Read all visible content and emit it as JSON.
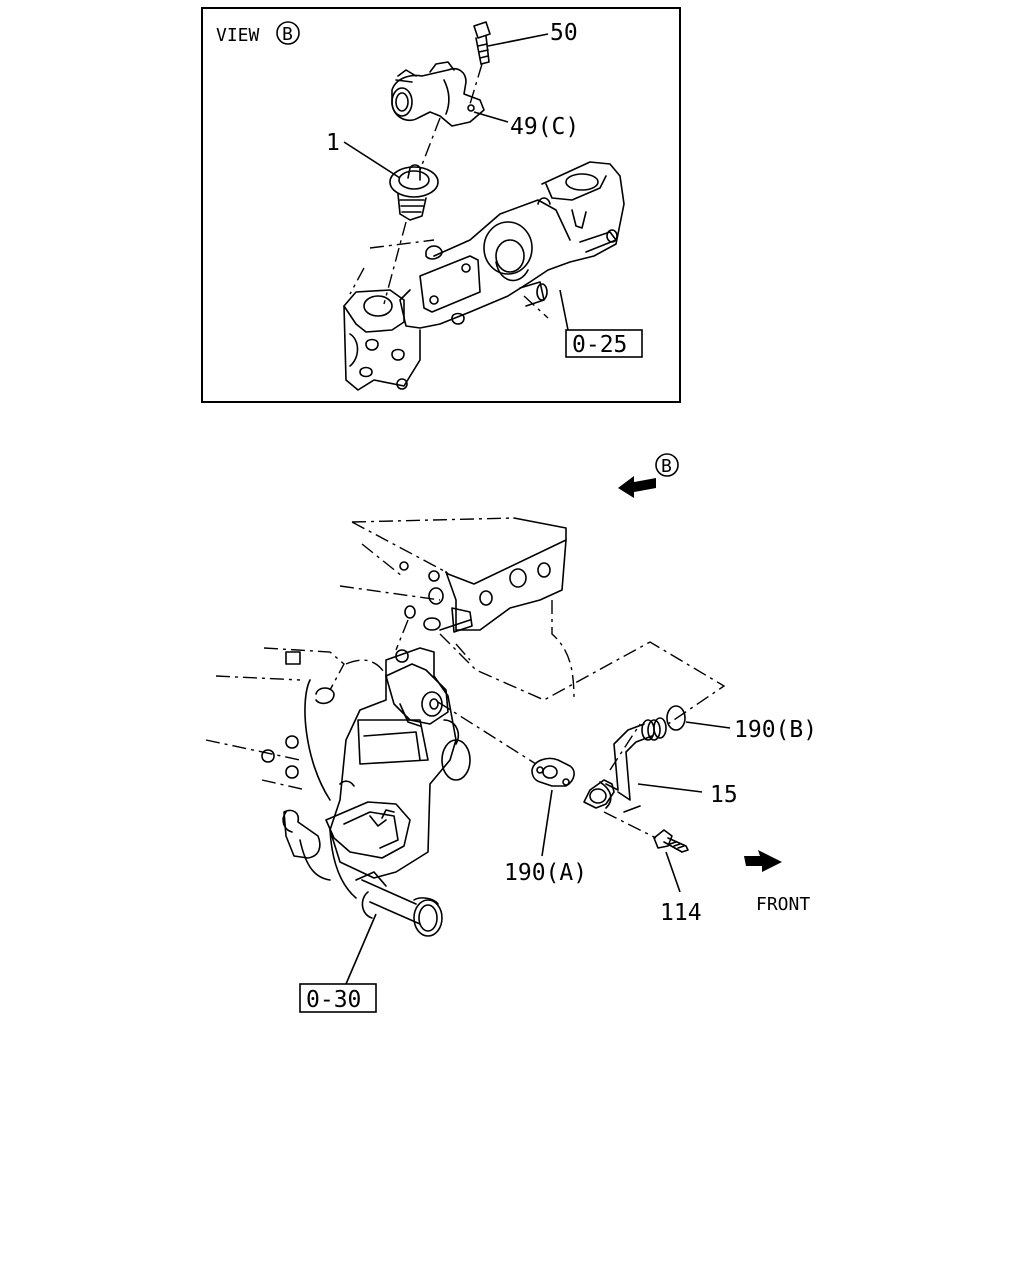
{
  "view_panel": {
    "title": "VIEW",
    "view_marker": "B",
    "callouts": {
      "thermostat": "1",
      "bolt_outlet": "50",
      "gasket_outlet": "49(C)",
      "ref_housing": "0-25"
    }
  },
  "main": {
    "view_arrow_marker": "B",
    "callouts": {
      "pipe": "15",
      "gasket_pipe_end": "190(B)",
      "gasket_flange": "190(A)",
      "bolt_pipe": "114",
      "ref_pump": "0-30"
    },
    "front_label": "FRONT"
  }
}
